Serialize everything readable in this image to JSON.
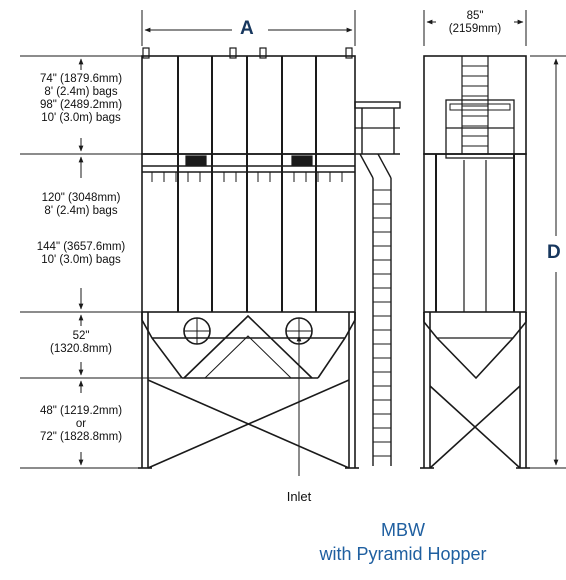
{
  "colors": {
    "line": "#1a1a1a",
    "dim_letter": "#17375e",
    "caption": "#1f5fa0"
  },
  "dimensions": {
    "width_letter": "A",
    "height_letter": "D",
    "side_width": [
      "85\"",
      "(2159mm)"
    ],
    "upper": [
      "74\" (1879.6mm)",
      "8' (2.4m) bags",
      "98\" (2489.2mm)",
      "10' (3.0m) bags"
    ],
    "middle_a": [
      "120\" (3048mm)",
      "8' (2.4m) bags"
    ],
    "middle_b": [
      "144\" (3657.6mm)",
      "10' (3.0m) bags"
    ],
    "hopper": [
      "52\"",
      "(1320.8mm)"
    ],
    "legs": [
      "48\" (1219.2mm)",
      "or",
      "72\" (1828.8mm)"
    ]
  },
  "inlet_label": "Inlet",
  "caption": [
    "MBW",
    "with Pyramid Hopper"
  ]
}
